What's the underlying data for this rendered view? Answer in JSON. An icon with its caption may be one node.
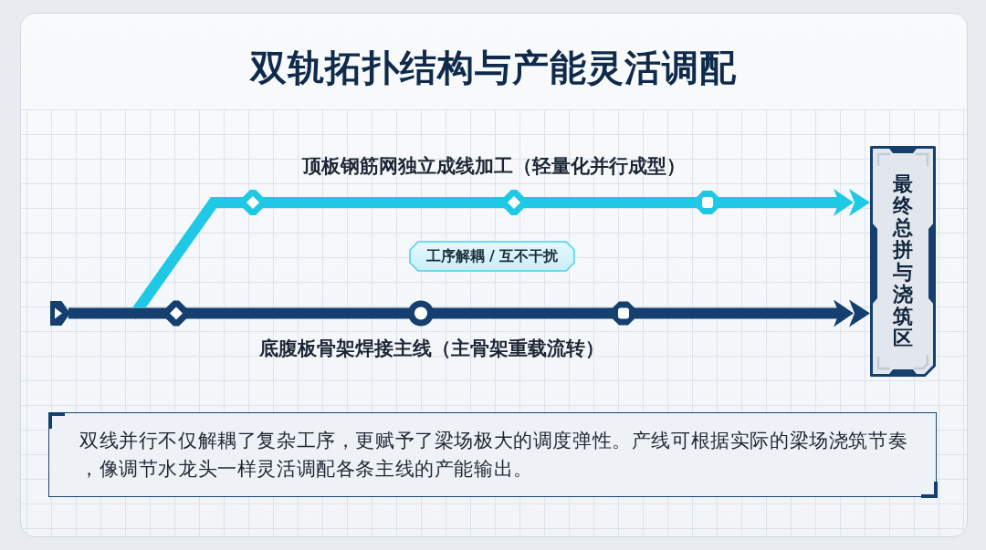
{
  "diagram": {
    "title": "双轨拓扑结构与产能灵活调配",
    "nodes": [
      {
        "text": [],
        "shape": "box"
      },
      {
        "text": [
          "最终总拼与浇筑区"
        ]
      },
      {
        "text": [
          "工序解耦 / 互不干扰"
        ]
      },
      {
        "text": [
          "双线并行不仅解耦了复杂工序，更赋予了梁场极大的调度弹性。产线可根据实际的梁场浇筑节奏，像调节水龙头一样灵活调配各条主线的产能输出。"
        ]
      }
    ],
    "edges": [
      {
        "from": 0,
        "to": 1,
        "arrow": "to",
        "label": "顶板钢筋网独立成线加工（轻量化并行成型）",
        "color": "#1fc9e6"
      },
      {
        "from": 0,
        "to": 1,
        "arrow": "to",
        "label": "底腹板骨架焊接主线（主骨架重载流转）",
        "color": "#143f6e"
      }
    ]
  }
}
